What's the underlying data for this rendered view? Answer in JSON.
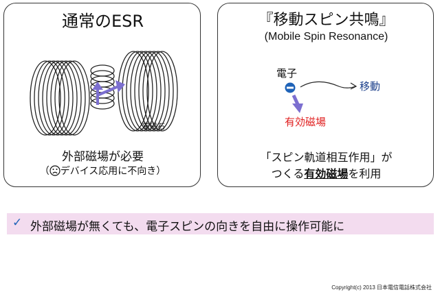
{
  "left_panel": {
    "title": "通常のESR",
    "magnet_label": "電磁石",
    "caption_line1": "外部磁場が必要",
    "caption_line2_open": "（",
    "caption_line2_close": "デバイス応用に不向き）",
    "frown_icon": "frown-face-icon"
  },
  "right_panel": {
    "title": "『移動スピン共鳴』",
    "subtitle": "(Mobile Spin Resonance)",
    "electron_label": "電子",
    "electron_symbol": "−",
    "movement_label": "移動",
    "field_label": "有効磁場",
    "caption_line1": "「スピン軌道相互作用」が",
    "caption_line2_prefix": "つくる",
    "caption_line2_emphasis": "有効磁場",
    "caption_line2_suffix": "を利用"
  },
  "banner": {
    "check_icon": "checkmark-icon",
    "check_glyph": "✓",
    "text": "外部磁場が無くても、電子スピンの向きを自由に操作可能に",
    "background": "#f3dcef"
  },
  "colors": {
    "arrow_purple": "#7c6fd0",
    "field_red": "#e02020",
    "electron_blue": "#1f63b8",
    "movement_text": "#1a3e8a"
  },
  "copyright": "Copyright(c) 2013 日本電信電話株式会社"
}
